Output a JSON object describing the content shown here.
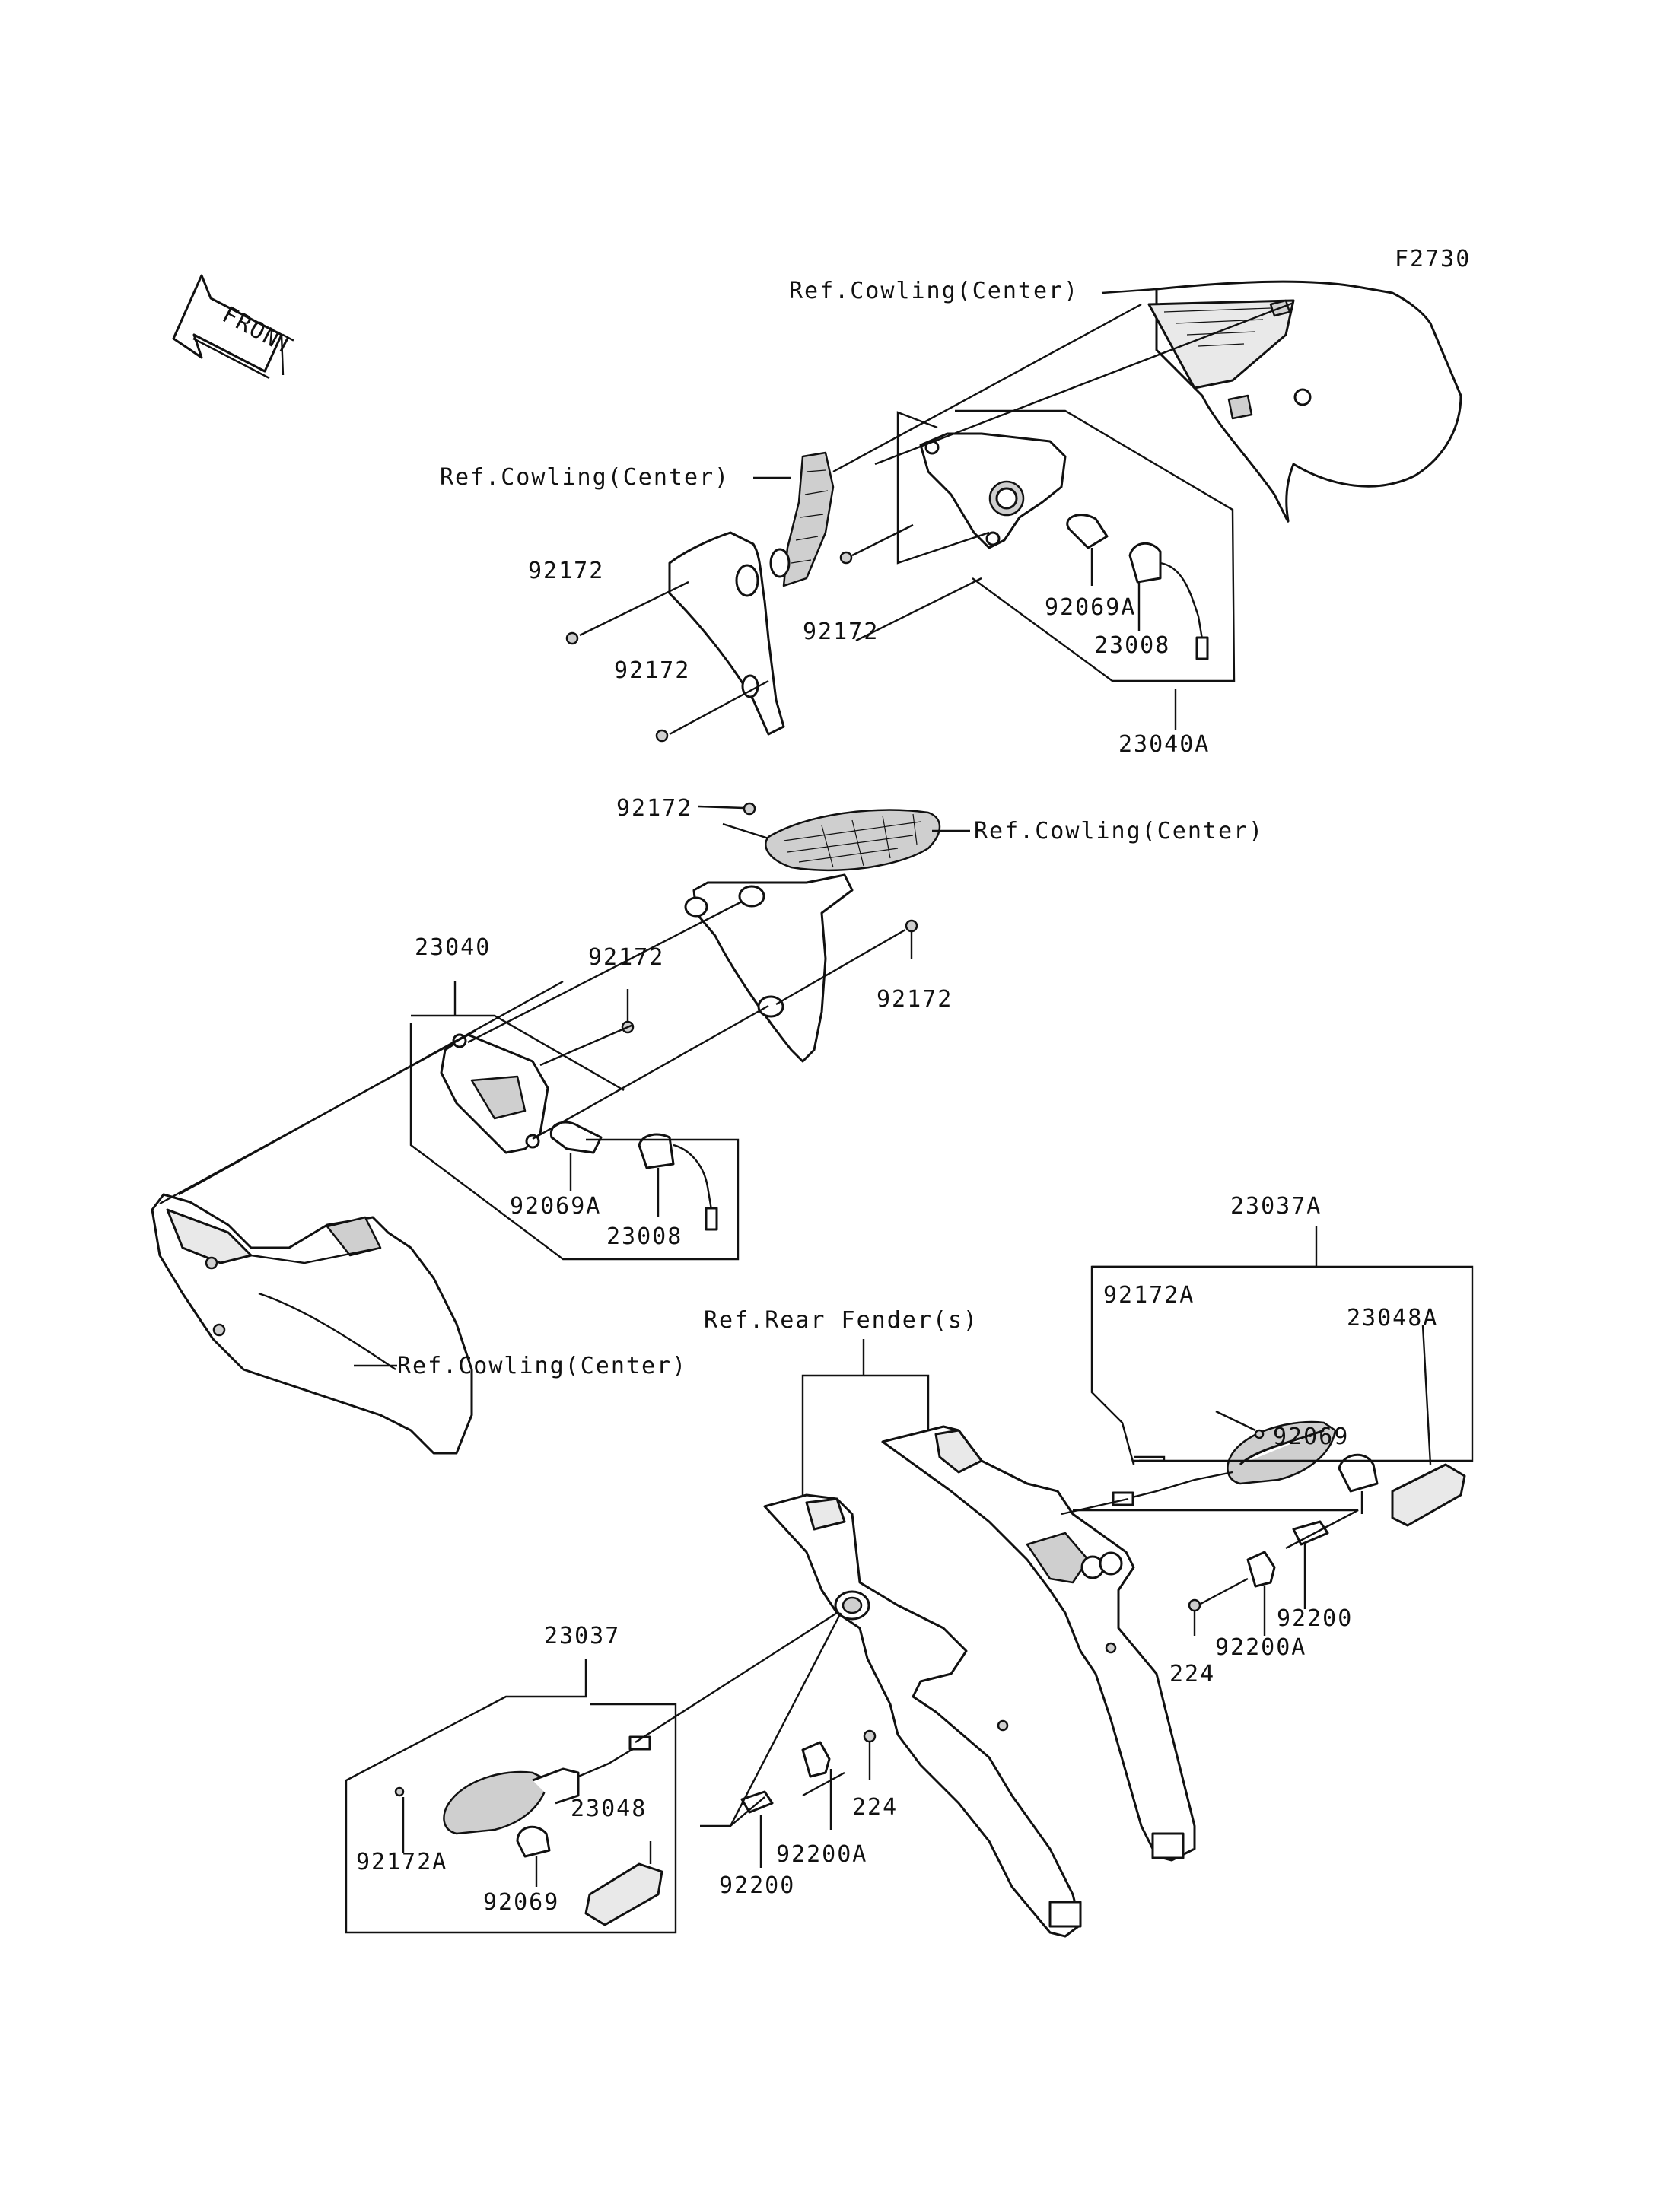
{
  "figure_code": "F2730",
  "front_arrow_text": "FRONT",
  "labels": {
    "ref_cowling_center": "Ref.Cowling(Center)",
    "ref_rear_fender": "Ref.Rear Fender(s)",
    "p92172": "92172",
    "p92172A": "92172A",
    "p92069": "92069",
    "p92069A": "92069A",
    "p23008": "23008",
    "p23040": "23040",
    "p23040A": "23040A",
    "p23037": "23037",
    "p23037A": "23037A",
    "p23048": "23048",
    "p23048A": "23048A",
    "p92200": "92200",
    "p92200A": "92200A",
    "p224": "224"
  }
}
